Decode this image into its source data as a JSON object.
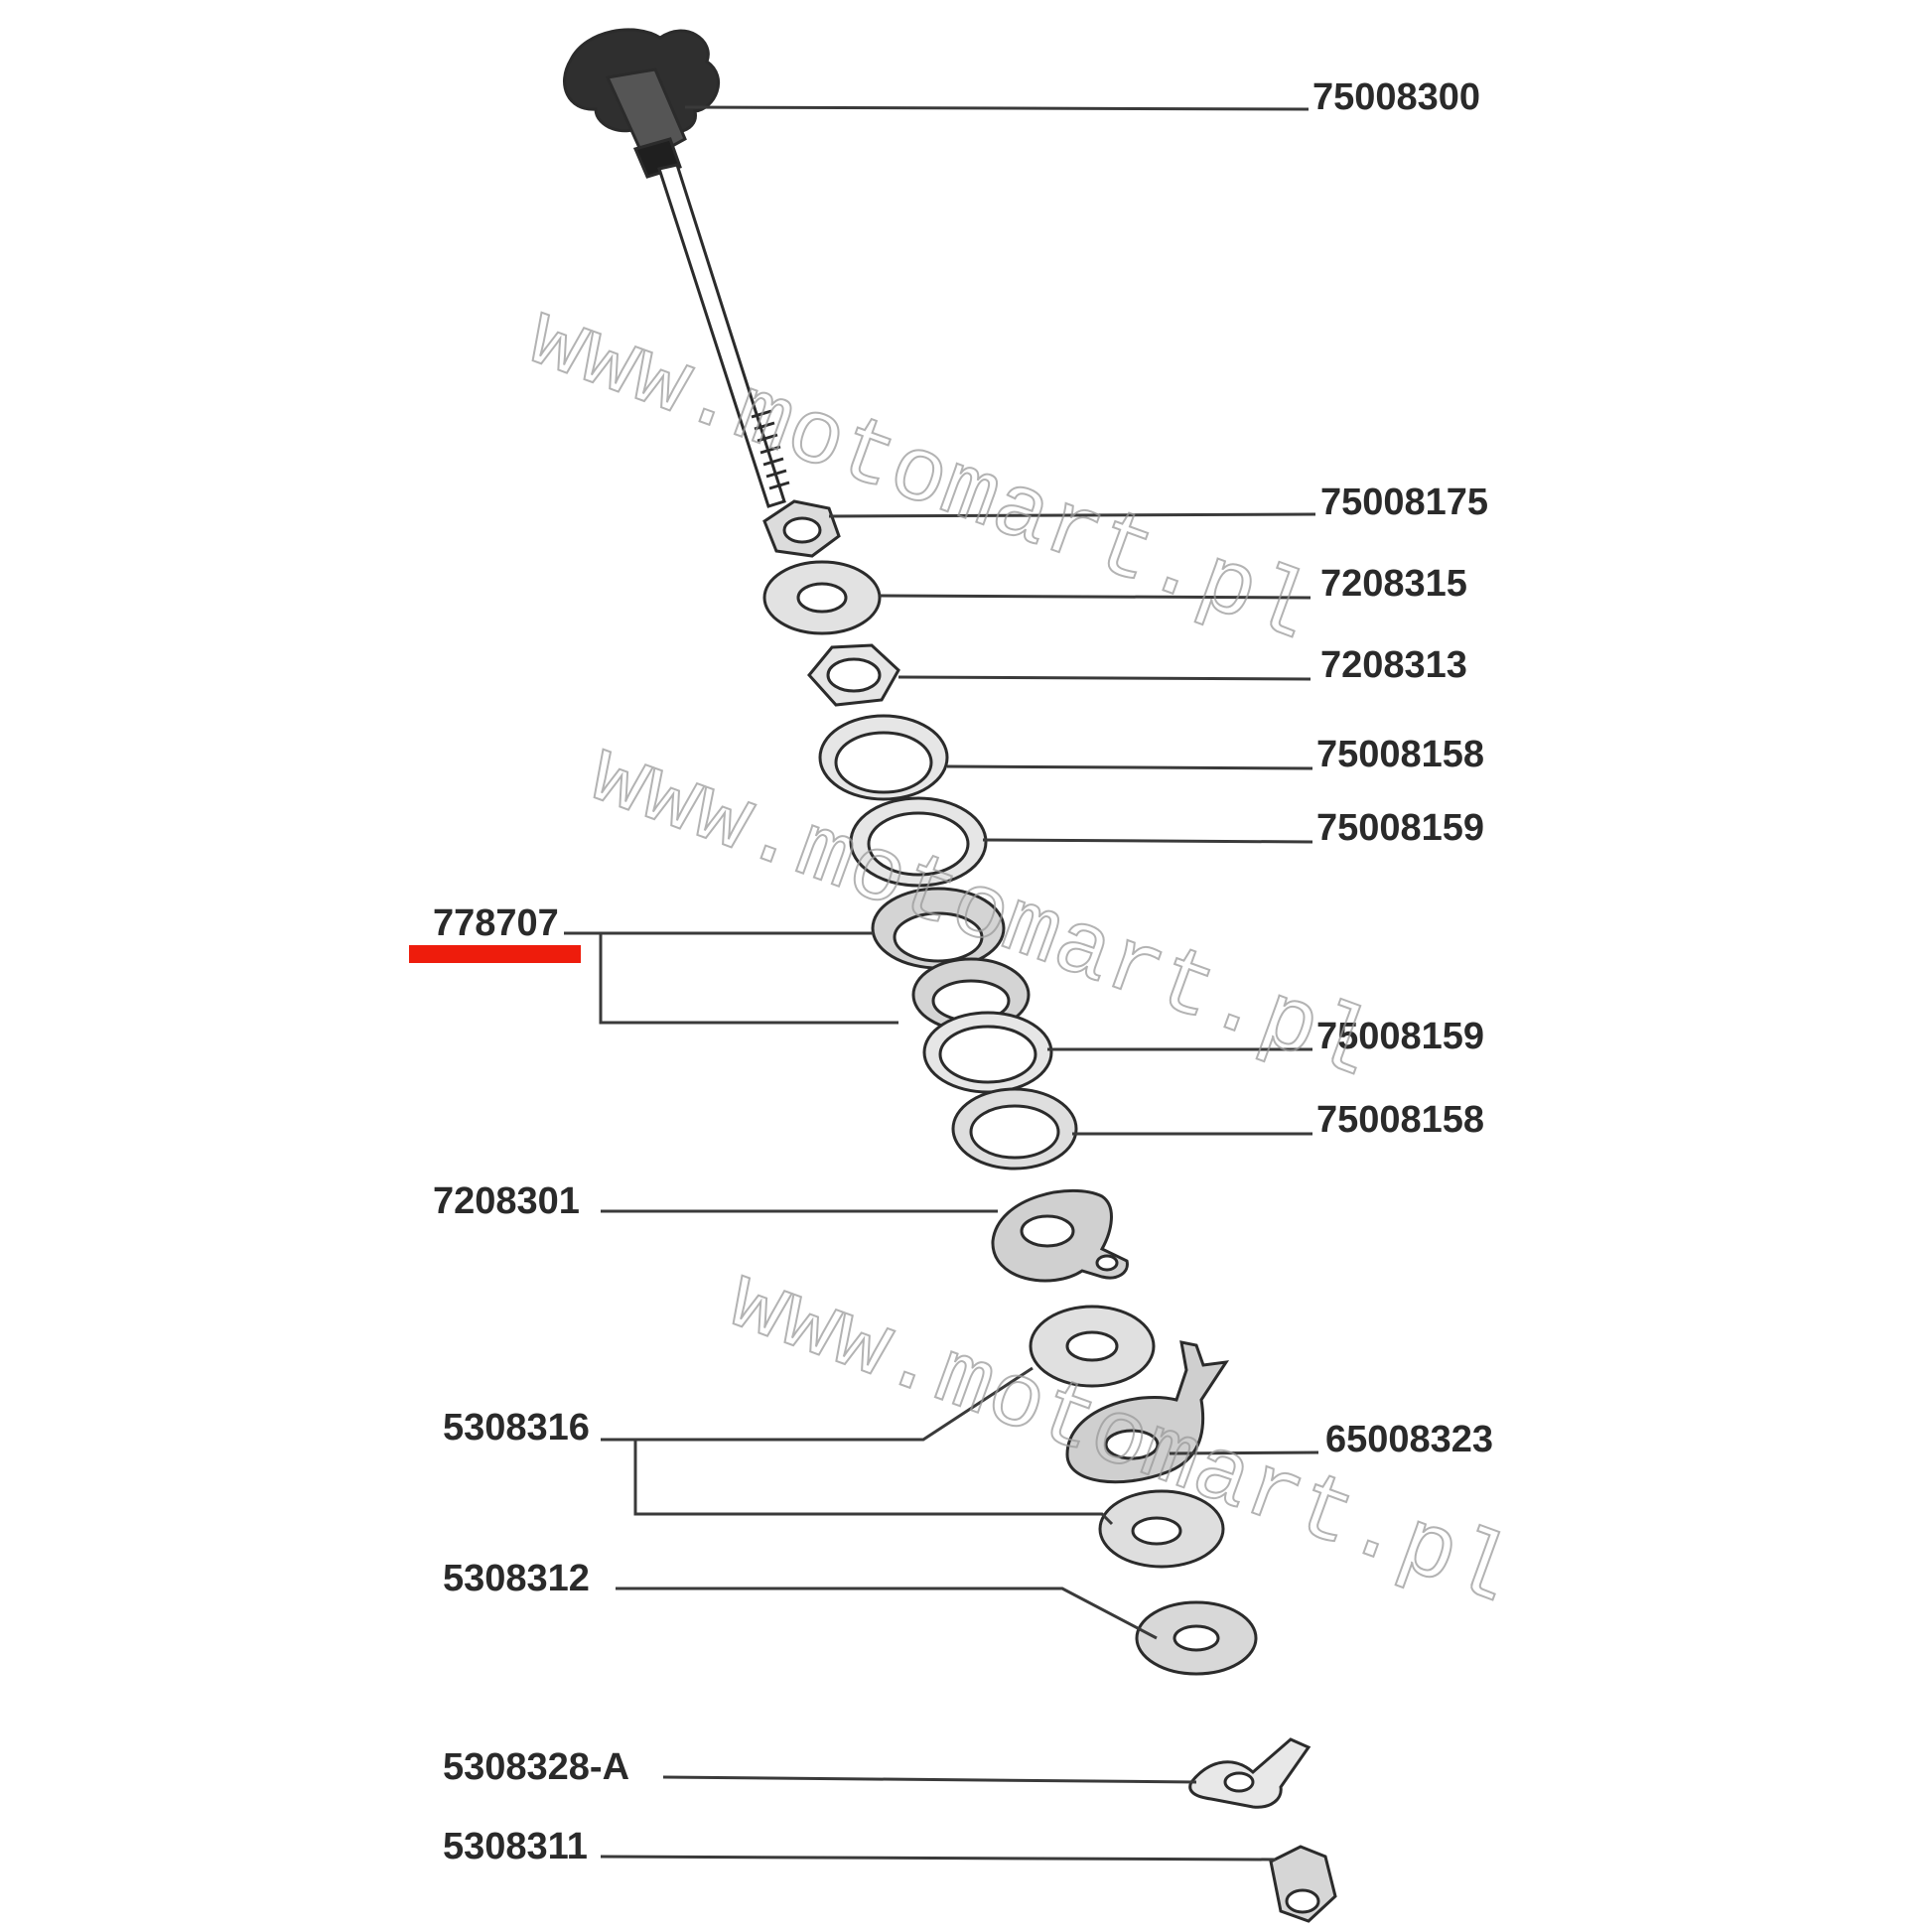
{
  "parts": {
    "knob_bolt": "75008300",
    "lock_nut": "75008175",
    "washer_upper": "7208315",
    "nut_upper": "7208313",
    "bearing_race_1": "75008158",
    "bearing_cup_1": "75008159",
    "bearing_set": "778707",
    "bearing_cup_2": "75008159",
    "bearing_race_2": "75008158",
    "tab_washer": "7208301",
    "friction_disc": "5308316",
    "lever_plate": "65008323",
    "friction_disc_lower": "5308312",
    "wing_nut": "5308328-A",
    "end_nut": "5308311"
  },
  "watermark": "www.motomart.pl",
  "colors": {
    "highlight": "#ee1c0c",
    "ink": "#2b2b2b",
    "watermark": "#9a9a9a"
  }
}
